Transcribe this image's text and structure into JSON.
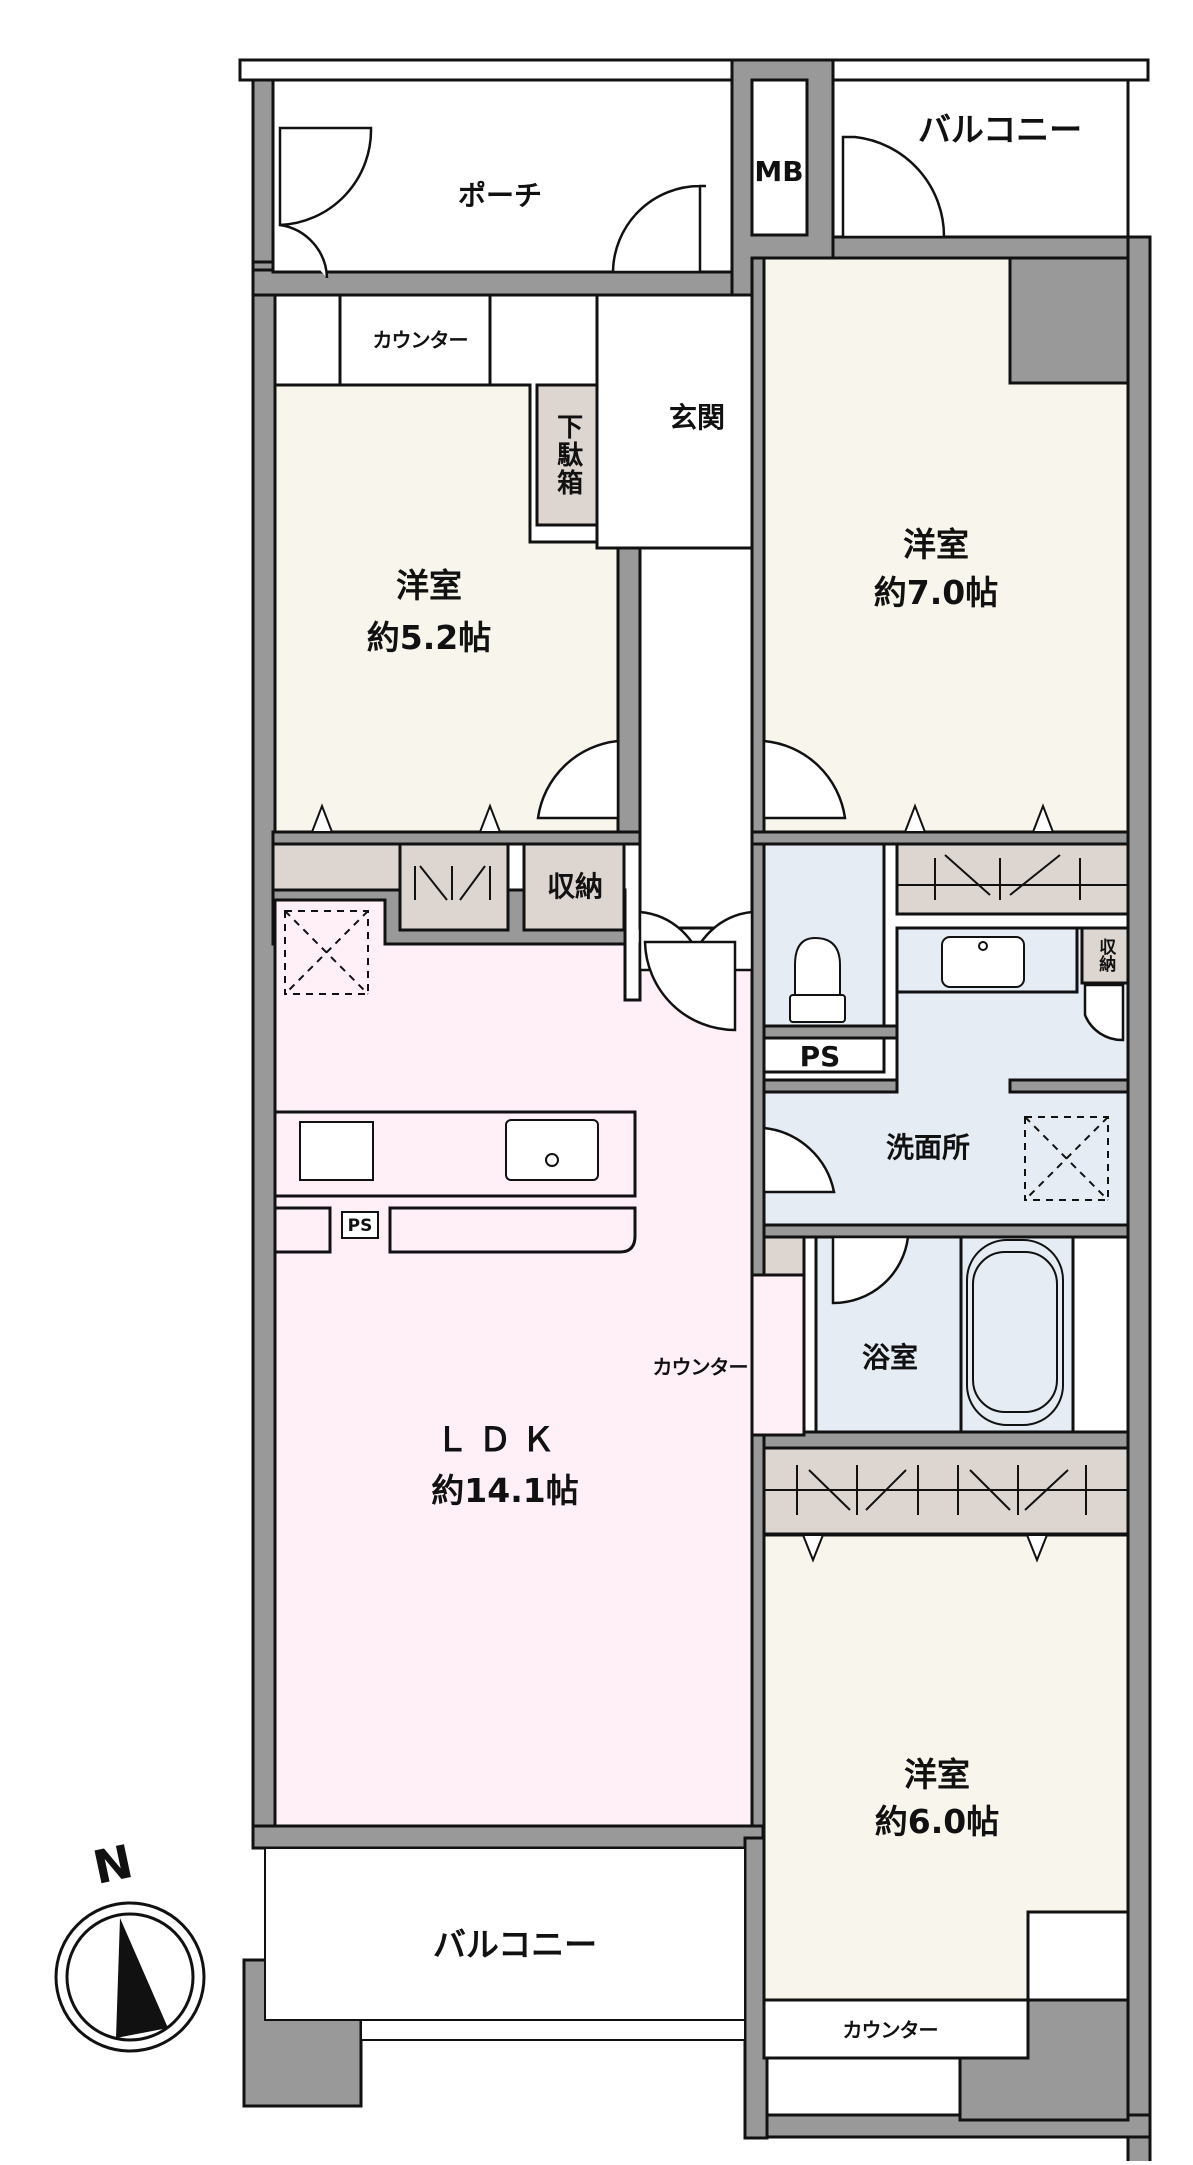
{
  "plan": {
    "colors": {
      "wall": "#999999",
      "outline": "#111111",
      "bedroom": "#F7F5EC",
      "ldk": "#FFF0F8",
      "wet": "#E5ECF3",
      "storage": "#DDD5D0",
      "exterior": "#FFFFFF"
    },
    "rooms": [
      {
        "id": "porch",
        "label": "ポーチ"
      },
      {
        "id": "mb",
        "label": "MB"
      },
      {
        "id": "balcony_north",
        "label": "バルコニー"
      },
      {
        "id": "counter_top",
        "label": "カウンター"
      },
      {
        "id": "genkan",
        "label": "玄関"
      },
      {
        "id": "shoe_box",
        "label": "下駄箱"
      },
      {
        "id": "room_west",
        "label": "洋室",
        "size": "約5.2帖"
      },
      {
        "id": "room_east",
        "label": "洋室",
        "size": "約7.0帖"
      },
      {
        "id": "storage_mid",
        "label": "収納"
      },
      {
        "id": "ps_toilet",
        "label": "PS"
      },
      {
        "id": "storage_small",
        "label": "収納"
      },
      {
        "id": "washroom",
        "label": "洗面所"
      },
      {
        "id": "ps_kitchen",
        "label": "PS"
      },
      {
        "id": "bath",
        "label": "浴室"
      },
      {
        "id": "counter_ldk",
        "label": "カウンター"
      },
      {
        "id": "ldk",
        "label": "ＬＤＫ",
        "size": "約14.1帖"
      },
      {
        "id": "room_south",
        "label": "洋室",
        "size": "約6.0帖"
      },
      {
        "id": "balcony_south",
        "label": "バルコニー"
      },
      {
        "id": "counter_bottom",
        "label": "カウンター"
      }
    ],
    "compass": {
      "label": "N"
    }
  }
}
